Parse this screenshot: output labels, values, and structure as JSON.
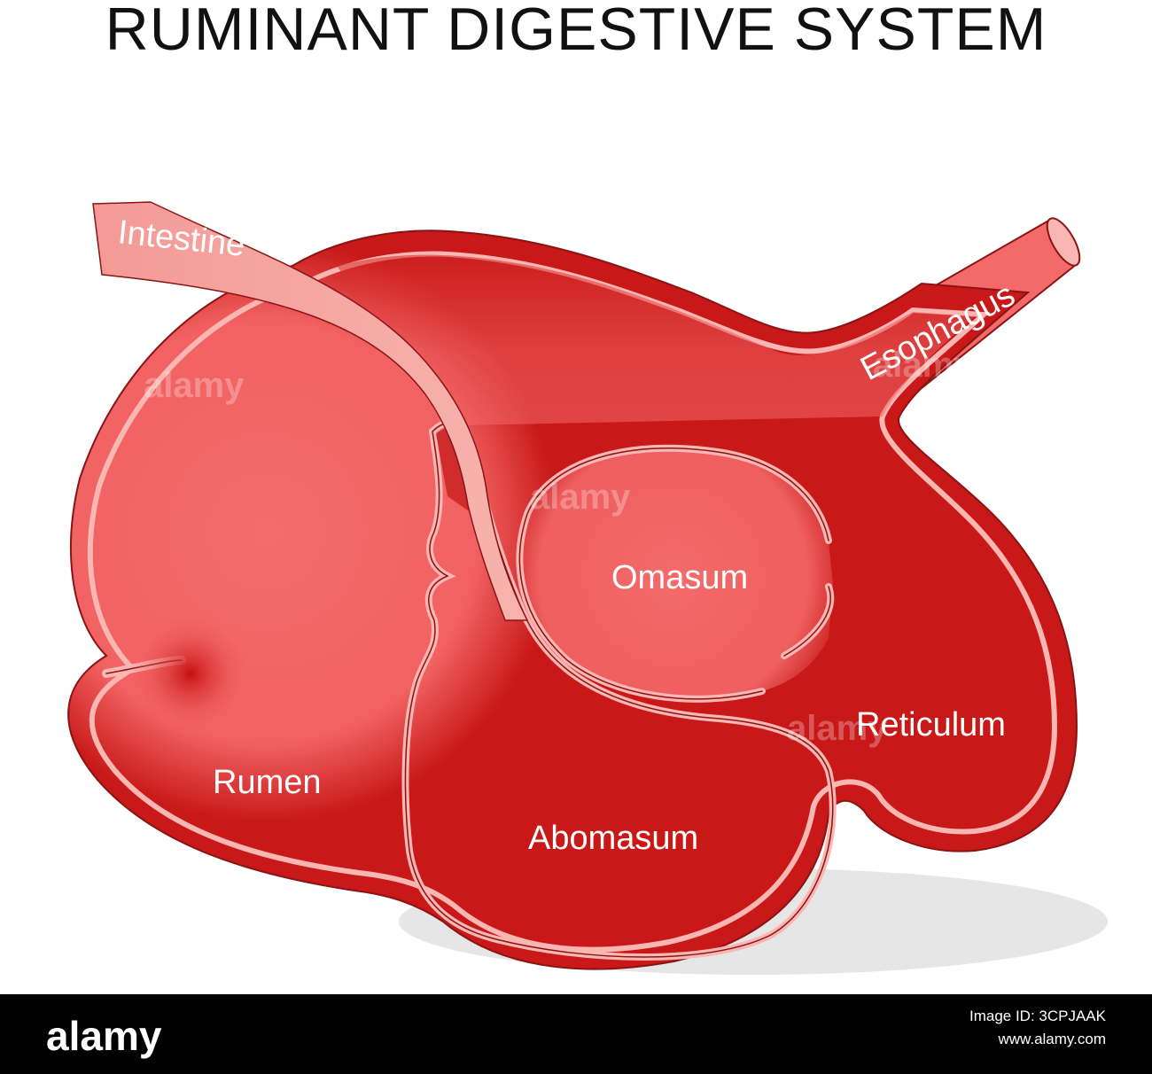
{
  "title": "RUMINANT DIGESTIVE SYSTEM",
  "labels": {
    "intestine": "Intestine",
    "esophagus": "Esophagus",
    "omasum": "Omasum",
    "rumen": "Rumen",
    "abomasum": "Abomasum",
    "reticulum": "Reticulum"
  },
  "watermark": "alamy",
  "footer": {
    "brand": "alamy",
    "image_id": "Image ID: 3CPJAAK",
    "site": "www.alamy.com"
  },
  "colors": {
    "organ_fill": "#f46a6a",
    "organ_wall": "#f9b6b2",
    "organ_outline": "#8a1414",
    "shadow": "#e6e6e6",
    "footer_bg": "#000000"
  }
}
